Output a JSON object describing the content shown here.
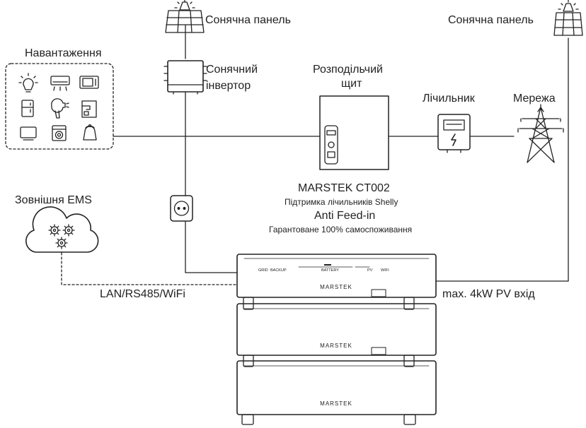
{
  "labels": {
    "solar_panel_left": "Сонячна панель",
    "solar_panel_right": "Сонячна панель",
    "loads": "Навантаження",
    "solar_inverter_line1": "Сонячний",
    "solar_inverter_line2": "інвертор",
    "distribution_board_line1": "Розподільчий",
    "distribution_board_line2": "щит",
    "meter": "Лічильник",
    "grid": "Мережа",
    "external_ems": "Зовнішня EMS",
    "ct_model": "MARSTEK CT002",
    "ct_support": "Підтримка лічильників Shelly",
    "anti_feed": "Anti Feed-in",
    "self_consumption": "Гарантоване 100% самоспоживання",
    "comm": "LAN/RS485/WiFi",
    "pv_input": "max. 4kW PV вхід"
  },
  "battery": {
    "brand": "MARSTEK",
    "ports": [
      "GRID",
      "BACKUP",
      "BATTERY",
      "PV",
      "WIFI"
    ]
  },
  "colors": {
    "line": "#222222",
    "background": "#ffffff"
  }
}
